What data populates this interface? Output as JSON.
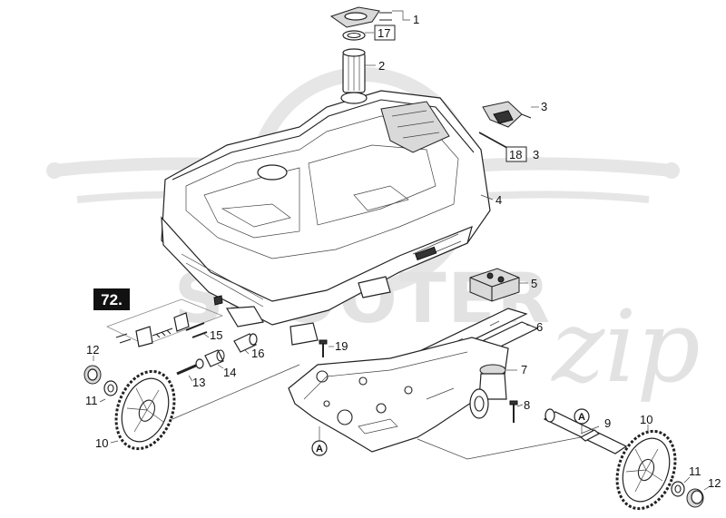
{
  "figure_label": "72.",
  "watermark": {
    "logo_text": "SCOOTER",
    "script_text": "zip",
    "color": "#e2e2e2"
  },
  "callouts": [
    {
      "id": "c1",
      "text": "1"
    },
    {
      "id": "c17",
      "text": "17"
    },
    {
      "id": "c2",
      "text": "2"
    },
    {
      "id": "c3a",
      "text": "3"
    },
    {
      "id": "c18",
      "text": "18"
    },
    {
      "id": "c3b",
      "text": "3"
    },
    {
      "id": "c4",
      "text": "4"
    },
    {
      "id": "c5",
      "text": "5"
    },
    {
      "id": "c6",
      "text": "6"
    },
    {
      "id": "c7",
      "text": "7"
    },
    {
      "id": "c8",
      "text": "8"
    },
    {
      "id": "c9",
      "text": "9"
    },
    {
      "id": "c10r",
      "text": "10"
    },
    {
      "id": "c11r",
      "text": "11"
    },
    {
      "id": "c12r",
      "text": "12"
    },
    {
      "id": "c12l",
      "text": "12"
    },
    {
      "id": "c11l",
      "text": "11"
    },
    {
      "id": "c10l",
      "text": "10"
    },
    {
      "id": "c13",
      "text": "13"
    },
    {
      "id": "c14",
      "text": "14"
    },
    {
      "id": "c15",
      "text": "15"
    },
    {
      "id": "c16",
      "text": "16"
    },
    {
      "id": "c19",
      "text": "19"
    }
  ],
  "markers": [
    {
      "id": "mA1",
      "text": "A"
    },
    {
      "id": "mA2",
      "text": "A"
    }
  ]
}
